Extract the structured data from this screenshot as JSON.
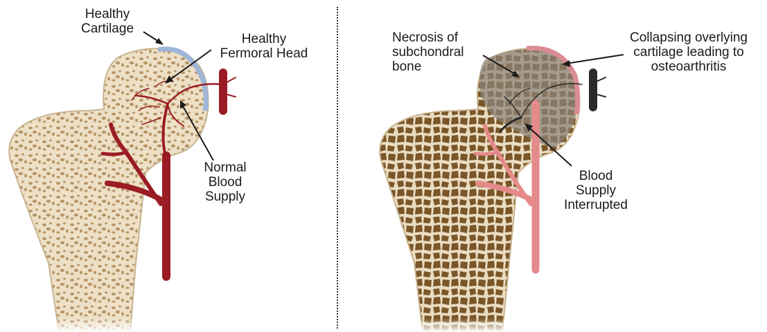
{
  "left_panel": {
    "healthy_cartilage": [
      "Healthy",
      "Cartilage"
    ],
    "healthy_head": [
      "Healthy",
      "Fermoral Head"
    ],
    "normal_blood": [
      "Normal",
      "Blood",
      "Supply"
    ]
  },
  "right_panel": {
    "necrosis": [
      "Necrosis of",
      "subchondral",
      "bone"
    ],
    "collapsing": [
      "Collapsing overlying",
      "cartilage leading to",
      "osteoarthritis"
    ],
    "blood_interrupted": [
      "Blood",
      "Supply",
      "Interrupted"
    ]
  },
  "colors": {
    "bone_fill": "#ede0c6",
    "bone_outline": "#c9b48f",
    "healthy_pores": "#b89567",
    "necrotic_bone": "#7a5628",
    "artery": "#9b1c24",
    "artery_pale": "#e58a8a",
    "necrotic_head": "#8c8478",
    "cartilage_healthy": "#9fb6d9",
    "cartilage_damaged": "#d98c94"
  }
}
